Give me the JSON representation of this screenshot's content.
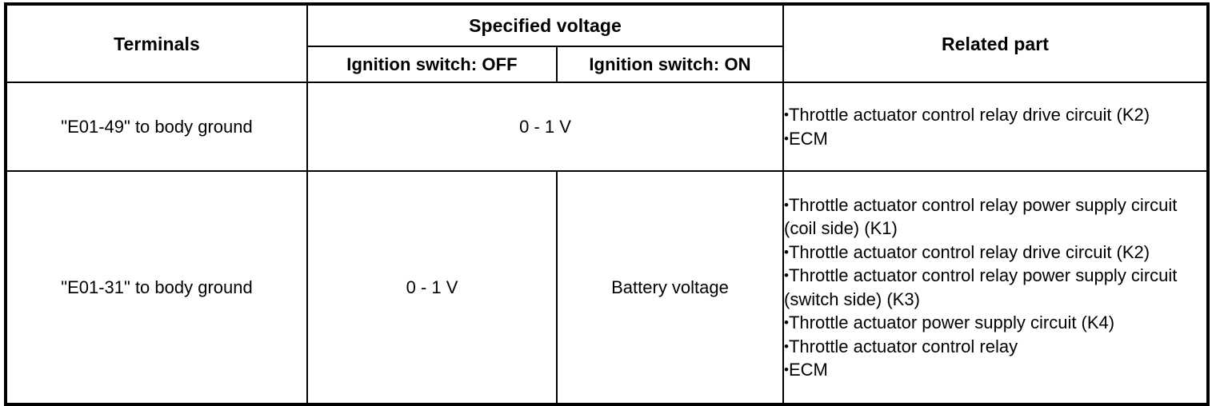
{
  "table": {
    "headers": {
      "terminals": "Terminals",
      "specified_voltage": "Specified voltage",
      "ignition_off": "Ignition switch: OFF",
      "ignition_on": "Ignition switch: ON",
      "related_part": "Related part"
    },
    "bullet_glyph": "•",
    "rows": [
      {
        "terminal": "\"E01-49\" to body ground",
        "voltage_merged": true,
        "voltage_off": "0 - 1 V",
        "voltage_on": "",
        "related_parts": [
          "Throttle actuator control relay drive circuit (K2)",
          "ECM"
        ]
      },
      {
        "terminal": "\"E01-31\" to body ground",
        "voltage_merged": false,
        "voltage_off": "0 - 1 V",
        "voltage_on": "Battery voltage",
        "related_parts": [
          "Throttle actuator control relay power supply circuit (coil side) (K1)",
          "Throttle actuator control relay drive circuit (K2)",
          "Throttle actuator control relay power supply circuit (switch side) (K3)",
          "Throttle actuator power supply circuit (K4)",
          "Throttle actuator control relay",
          "ECM"
        ]
      }
    ]
  },
  "colors": {
    "border": "#000000",
    "text": "#000000",
    "background": "#ffffff"
  }
}
